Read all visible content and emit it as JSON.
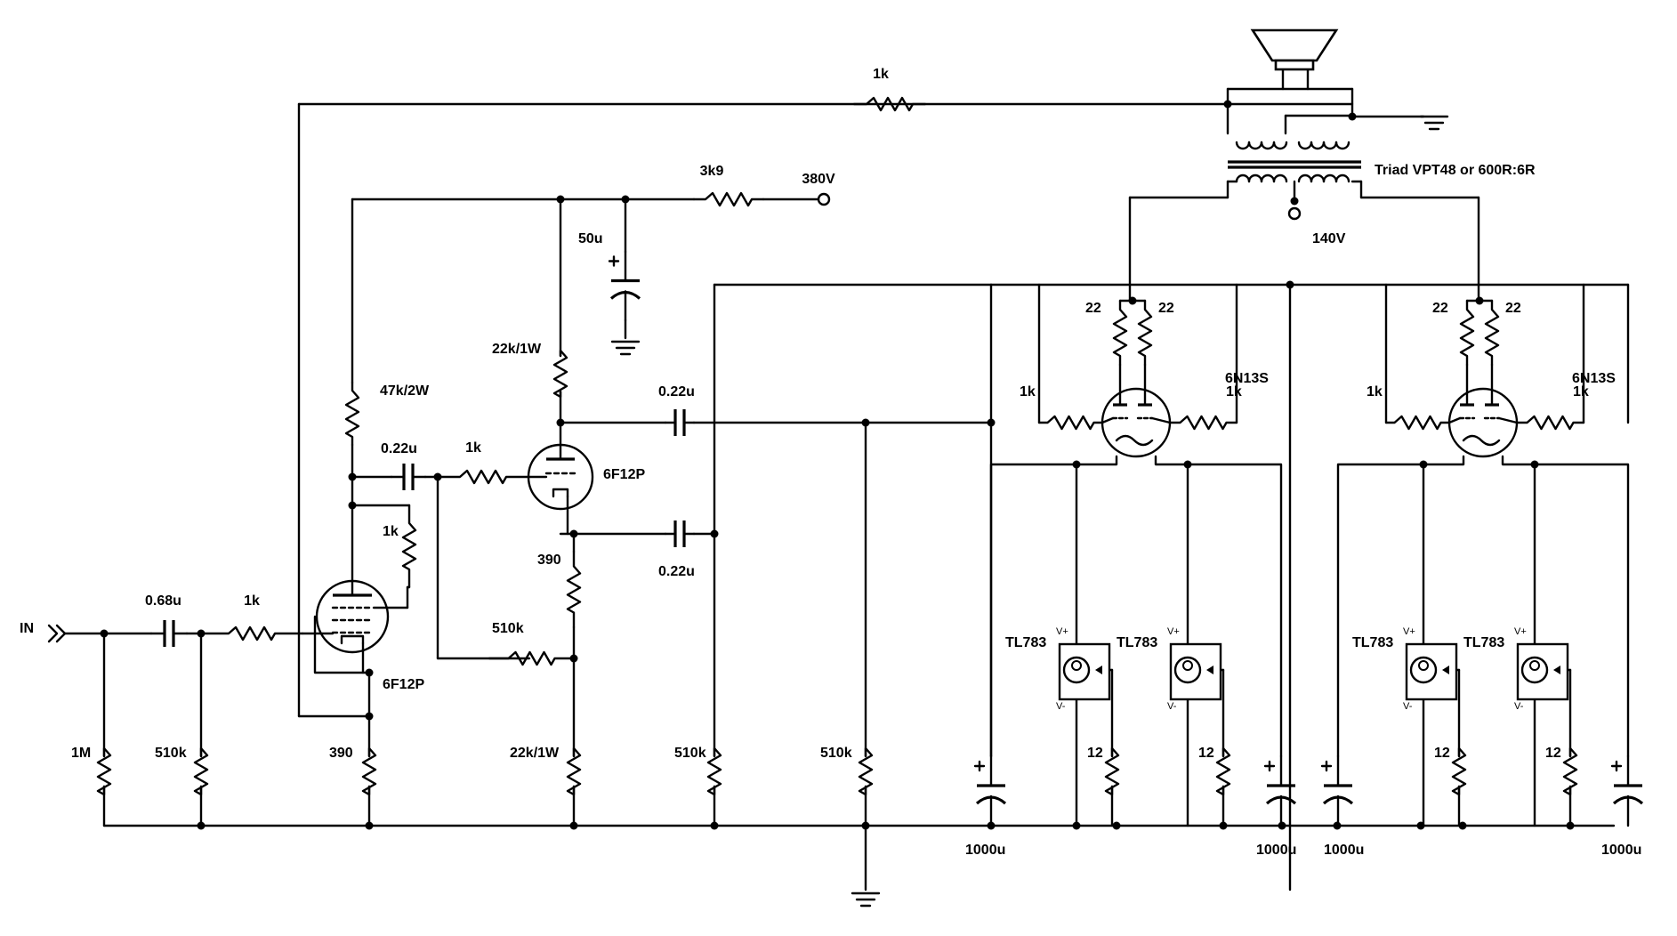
{
  "labels": {
    "input": "IN",
    "r_fb": "1k",
    "r_supply": "3k9",
    "v_supply": "380V",
    "c_supply": "50u",
    "v_ct": "140V",
    "transformer": "Triad VPT48 or 600R:6R",
    "r_22k_top": "22k/1W",
    "r_47k": "47k/2W",
    "c_couple1": "0.22u",
    "r_grid2": "1k",
    "v2_name": "6F12P",
    "c_couple_top": "0.22u",
    "c_couple_bot": "0.22u",
    "r_390_v2": "390",
    "r_510k_fb": "510k",
    "r_22k_bot": "22k/1W",
    "r_1k_sg": "1k",
    "c_in": "0.68u",
    "r_in": "1k",
    "v1_name": "6F12P",
    "r_1m": "1M",
    "r_510k_in": "510k",
    "r_390_v1": "390",
    "r_510k_a": "510k",
    "r_510k_b": "510k",
    "l_r22a": "22",
    "l_r22b": "22",
    "l_tube": "6N13S",
    "l_r1ka": "1k",
    "l_r1kb": "1k",
    "l_tl1": "TL783",
    "l_tl2": "TL783",
    "l_r12a": "12",
    "l_r12b": "12",
    "l_c1": "1000u",
    "l_c2": "1000u",
    "r_r22a": "22",
    "r_r22b": "22",
    "r_tube": "6N13S",
    "r_r1ka": "1k",
    "r_r1kb": "1k",
    "r_tl1": "TL783",
    "r_tl2": "TL783",
    "r_r12a": "12",
    "r_r12b": "12",
    "r_c1": "1000u",
    "r_c2": "1000u",
    "vplus": "V+",
    "vminus": "V-"
  }
}
